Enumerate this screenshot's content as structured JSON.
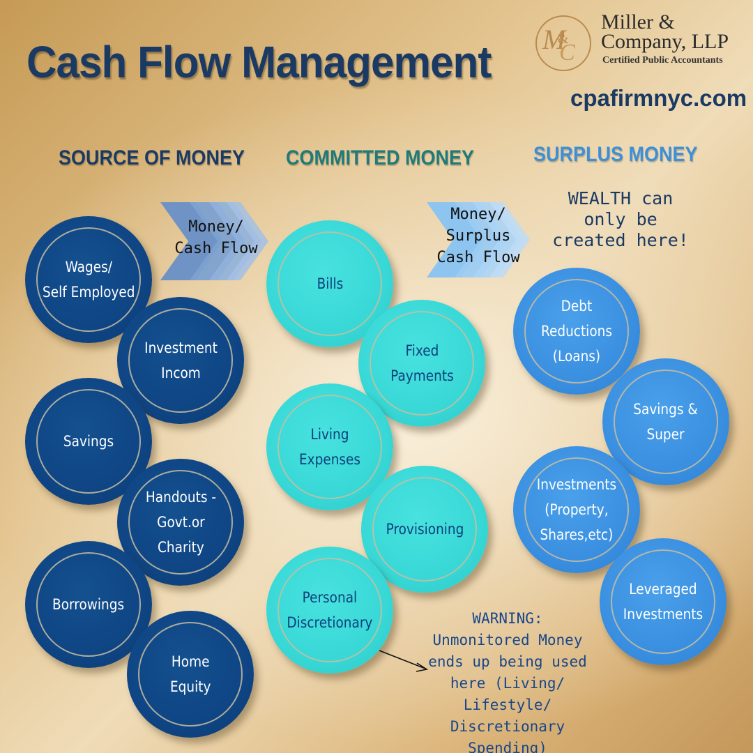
{
  "title": "Cash Flow Management",
  "logo": {
    "monogram": "M&C",
    "name_line1": "Miller &",
    "name_line2": "Company, LLP",
    "subtitle": "Certified Public Accountants"
  },
  "website": "cpafirmnyc.com",
  "columns": {
    "source": "SOURCE OF MONEY",
    "committed": "COMMITTED MONEY",
    "surplus": "SURPLUS MONEY"
  },
  "wealth_note": "WEALTH can only be created here!",
  "arrows": {
    "first": "Money/\nCash Flow",
    "second": "Money/\nSurplus\nCash Flow"
  },
  "source_items": [
    "Wages/\nSelf Employed",
    "Investment\nIncom",
    "Savings",
    "Handouts -\nGovt.or\nCharity",
    "Borrowings",
    "Home\nEquity"
  ],
  "committed_items": [
    "Bills",
    "Fixed\nPayments",
    "Living\nExpenses",
    "Provisioning",
    "Personal\nDiscretionary"
  ],
  "surplus_items": [
    "Debt\nReductions\n(Loans)",
    "Savings &\nSuper",
    "Investments\n(Property,\nShares,etc)",
    "Leveraged\nInvestments"
  ],
  "warning": {
    "title": "WARNING:",
    "body": "Unmonitored Money ends up being used here (Living/ Lifestyle/ Discretionary Spending)"
  },
  "colors": {
    "title": "#1b3a63",
    "source_bubble": "#0f4584",
    "committed_bubble": "#38d8d6",
    "surplus_bubble": "#3a8fe0"
  }
}
